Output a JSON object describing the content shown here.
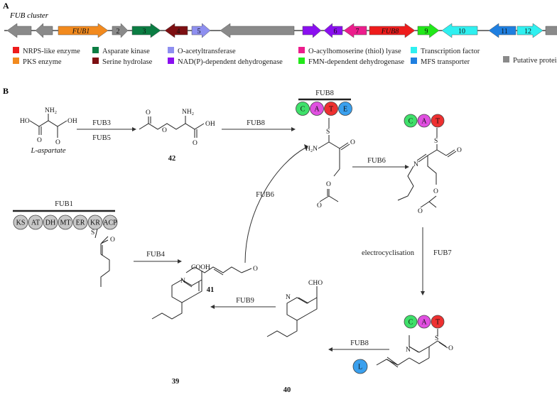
{
  "panel_a": {
    "label": "A",
    "cluster_title": "FUB cluster",
    "genes": [
      {
        "label": "",
        "color": "#8a8a8a",
        "dir": "left"
      },
      {
        "label": "",
        "color": "#8a8a8a",
        "dir": "left"
      },
      {
        "label": "FUB1",
        "color": "#f28a1e",
        "dir": "right"
      },
      {
        "label": "2",
        "color": "#8a8a8a",
        "dir": "right"
      },
      {
        "label": "3",
        "color": "#0b7d43",
        "dir": "right"
      },
      {
        "label": "4",
        "color": "#7d0f12",
        "dir": "left"
      },
      {
        "label": "5",
        "color": "#8e8ff0",
        "dir": "right"
      },
      {
        "label": "",
        "color": "#8a8a8a",
        "dir": "left"
      },
      {
        "label": "",
        "color": "#8a0ff0",
        "dir": "right"
      },
      {
        "label": "6",
        "color": "#8a0ff0",
        "dir": "left"
      },
      {
        "label": "7",
        "color": "#ec1d8c",
        "dir": "left"
      },
      {
        "label": "FUB8",
        "color": "#ee1c1c",
        "dir": "right"
      },
      {
        "label": "9",
        "color": "#22e81a",
        "dir": "right"
      },
      {
        "label": "10",
        "color": "#2ff0f0",
        "dir": "left"
      },
      {
        "label": "11",
        "color": "#1f7fe0",
        "dir": "left"
      },
      {
        "label": "12",
        "color": "#2ff0f0",
        "dir": "right"
      },
      {
        "label": "",
        "color": "#8a8a8a",
        "dir": "right"
      }
    ],
    "legend": [
      {
        "label": "NRPS-like enzyme",
        "color": "#ee1c1c"
      },
      {
        "label": "PKS enzyme",
        "color": "#f28a1e"
      },
      {
        "label": "Asparate kinase",
        "color": "#0b7d43"
      },
      {
        "label": "Serine hydrolase",
        "color": "#7d0f12"
      },
      {
        "label": "O-acetyltransferase",
        "color": "#8e8ff0"
      },
      {
        "label": "NAD(P)-dependent dehydrogenase",
        "color": "#8a0ff0"
      },
      {
        "label": "O-acylhomoserine (thiol) lyase",
        "color": "#ec1d8c"
      },
      {
        "label": "FMN-dependent dehydrogenase",
        "color": "#22e81a"
      },
      {
        "label": "Transcription factor",
        "color": "#2ff0f0"
      },
      {
        "label": "MFS transporter",
        "color": "#1f7fe0"
      },
      {
        "label": "Putative protein",
        "color": "#8a8a8a"
      }
    ]
  },
  "panel_b": {
    "label": "B",
    "compounds": {
      "l_aspartate": "L-aspartate",
      "c42": "42",
      "c41": "41",
      "c40": "40",
      "c39": "39"
    },
    "enzymes": {
      "fub3": "FUB3",
      "fub5": "FUB5",
      "fub8_top": "FUB8",
      "fub8_module": "FUB8",
      "fub6_top": "FUB6",
      "fub6_curve": "FUB6",
      "fub1": "FUB1",
      "fub4": "FUB4",
      "fub7": "FUB7",
      "electrocyclisation": "electrocyclisation",
      "fub8_bottom": "FUB8",
      "fub9": "FUB9"
    },
    "nrps_domains": [
      "C",
      "A",
      "T",
      "E"
    ],
    "nrps_domain_colors": [
      "#3fe06a",
      "#e04fe0",
      "#ee3030",
      "#3aa0ee"
    ],
    "pks_domains": [
      "KS",
      "AT",
      "DH",
      "MT",
      "ER",
      "KR",
      "ACP"
    ],
    "l_domain": "L",
    "atoms": {
      "nh2": "NH₂",
      "h2n": "H₂N",
      "ho": "HO",
      "oh": "OH",
      "o": "O",
      "s": "S",
      "n": "N",
      "cooh": "COOH",
      "cho": "CHO"
    }
  }
}
